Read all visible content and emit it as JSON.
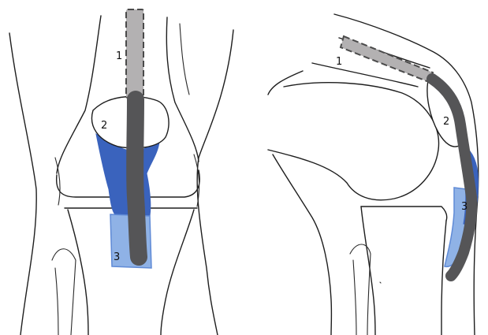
{
  "labels": {
    "front": {
      "l1": "1",
      "l2": "2",
      "l3": "3"
    },
    "side": {
      "l1": "1",
      "l2": "2",
      "l3": "3"
    }
  },
  "colors": {
    "structure_1": "#b3b1b2",
    "structure_1_outline": "#4a4a4a",
    "structure_2_fill": "#ffffff",
    "tendon": "#555557",
    "structure_2_blue": "#3a63bd",
    "structure_3": "#8fb2e6",
    "structure_3_outline": "#5f8ad6",
    "ink": "#1e1e1e"
  }
}
